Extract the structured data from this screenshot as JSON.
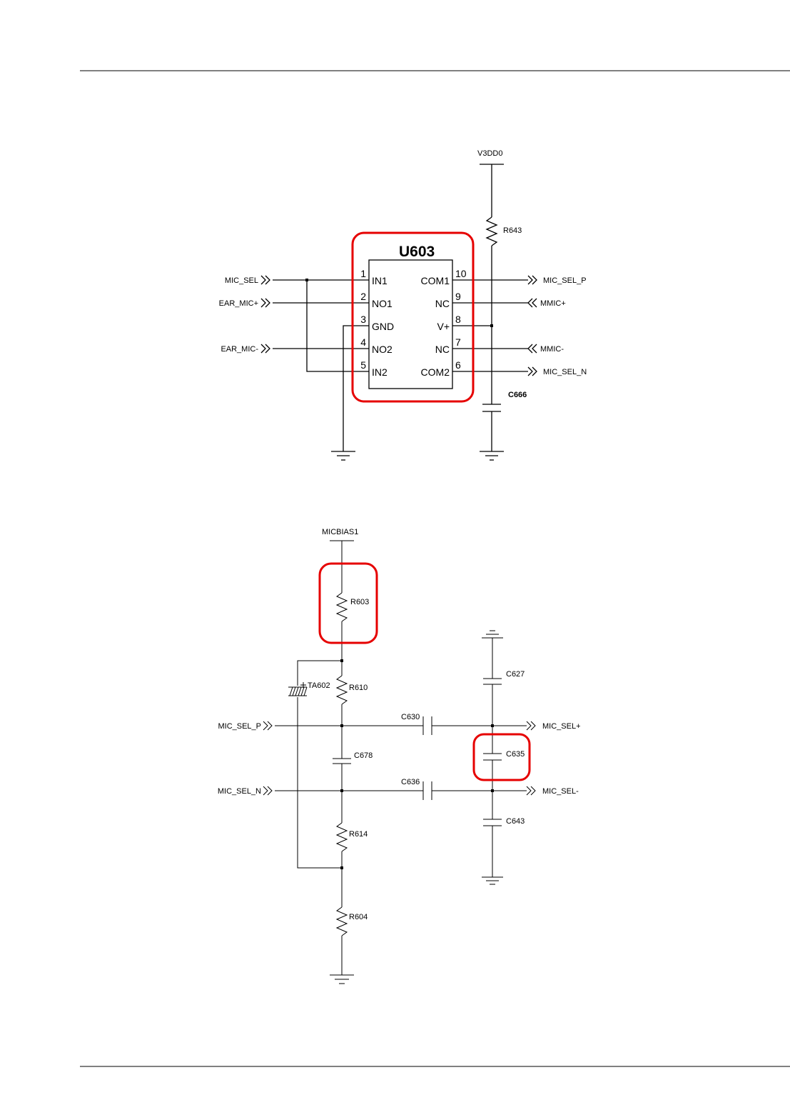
{
  "chip": {
    "ref": "U603",
    "left_pins": [
      {
        "num": "1",
        "name": "IN1"
      },
      {
        "num": "2",
        "name": "NO1"
      },
      {
        "num": "3",
        "name": "GND"
      },
      {
        "num": "4",
        "name": "NO2"
      },
      {
        "num": "5",
        "name": "IN2"
      }
    ],
    "right_pins": [
      {
        "num": "10",
        "name": "COM1"
      },
      {
        "num": "9",
        "name": "NC"
      },
      {
        "num": "8",
        "name": "V+"
      },
      {
        "num": "7",
        "name": "NC"
      },
      {
        "num": "6",
        "name": "COM2"
      }
    ]
  },
  "nets_top": {
    "supply": "V3DD0",
    "mic_sel": "MIC_SEL",
    "ear_mic_p": "EAR_MIC+",
    "ear_mic_n": "EAR_MIC-",
    "mic_sel_p": "MIC_SEL_P",
    "mmic_p": "MMIC+",
    "mmic_n": "MMIC-",
    "mic_sel_n": "MIC_SEL_N"
  },
  "parts_top": {
    "r643": "R643",
    "c666": "C666"
  },
  "nets_bottom": {
    "micbias": "MICBIAS1",
    "in_p": "MIC_SEL_P",
    "in_n": "MIC_SEL_N",
    "out_p": "MIC_SEL+",
    "out_n": "MIC_SEL-"
  },
  "parts_bottom": {
    "r603": "R603",
    "r610": "R610",
    "r614": "R614",
    "r604": "R604",
    "ta602": "TA602",
    "c678": "C678",
    "c630": "C630",
    "c636": "C636",
    "c627": "C627",
    "c635": "C635",
    "c643": "C643"
  }
}
